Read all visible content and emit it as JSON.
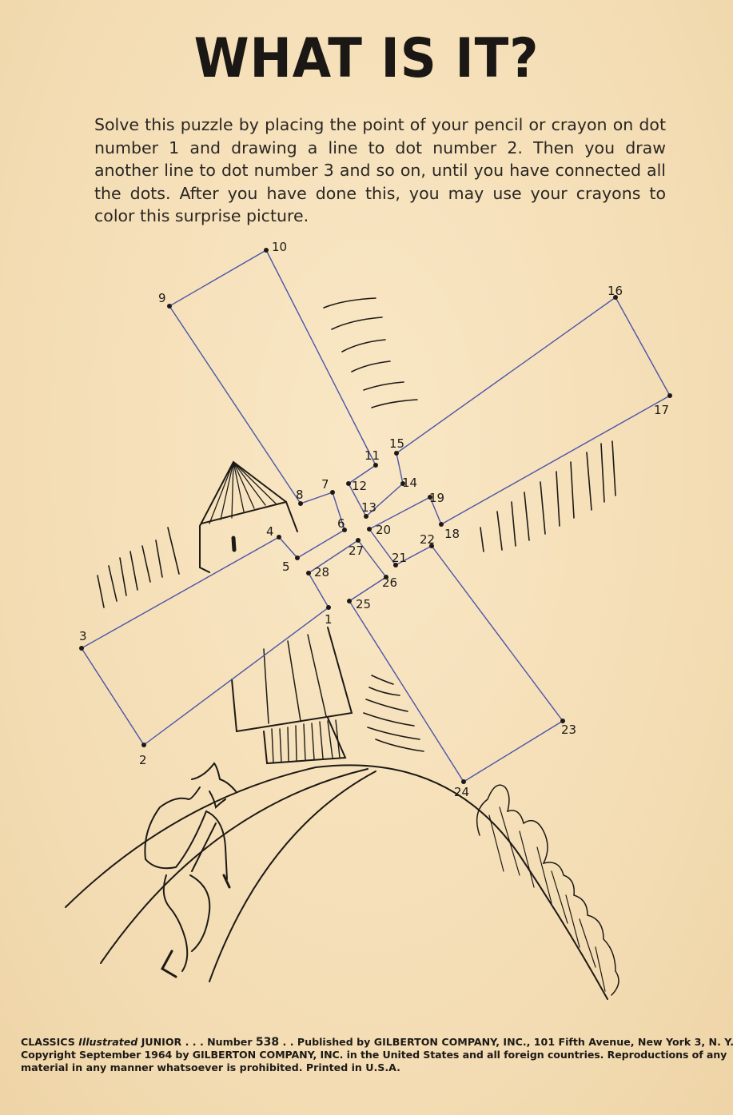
{
  "title": "WHAT IS IT?",
  "instructions": "Solve this puzzle by placing the point of your pencil or crayon on dot number 1 and drawing a line to dot number 2. Then you draw another line to dot number 3 and so on, until you have connected all the dots. After you have done this, you may use your crayons to color this surprise picture.",
  "dots": [
    "1",
    "2",
    "3",
    "4",
    "5",
    "6",
    "7",
    "8",
    "9",
    "10",
    "11",
    "12",
    "13",
    "14",
    "15",
    "16",
    "17",
    "18",
    "19",
    "20",
    "21",
    "22",
    "23",
    "24",
    "25",
    "26",
    "27",
    "28"
  ],
  "footer": {
    "line1_a": "CLASSICS ",
    "line1_b": "Illustrated",
    "line1_c": " JUNIOR . . . Number ",
    "number": "538",
    "line1_d": " . . Published by GILBERTON COMPANY, INC., 101 Fifth Avenue, New York 3, N. Y.",
    "line2": "Copyright September 1964 by GILBERTON COMPANY, INC. in the United States and all foreign countries. Reproductions of any",
    "line3": "material in any manner whatsoever is prohibited. Printed in U.S.A."
  },
  "colors": {
    "paper": "#f6e2bd",
    "ink": "#1d1a16",
    "pencil": "#4a55a8"
  }
}
